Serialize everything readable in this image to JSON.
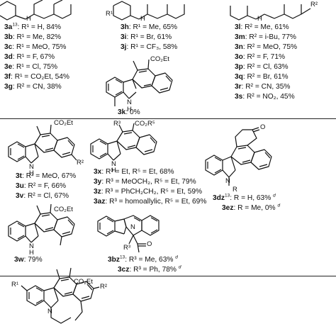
{
  "panel1": {
    "colA": [
      {
        "cpd": "3a",
        "ref": "13",
        "text": ": R¹ = H, 84%"
      },
      {
        "cpd": "3b",
        "text": ": R¹ = Me, 82%"
      },
      {
        "cpd": "3c",
        "text": ": R¹ = MeO, 75%"
      },
      {
        "cpd": "3d",
        "text": ": R¹ = F, 67%"
      },
      {
        "cpd": "3e",
        "text": ": R¹ = Cl, 75%"
      },
      {
        "cpd": "3f",
        "text": ": R¹ = CO₂Et, 54%"
      },
      {
        "cpd": "3g",
        "text": ": R² = CN, 38%"
      }
    ],
    "colB": [
      {
        "cpd": "3h",
        "text": ": R¹ = Me, 65%"
      },
      {
        "cpd": "3i",
        "text": ": R¹ = Br, 61%"
      },
      {
        "cpd": "3j",
        "text": ": R¹ = CF₃, 58%"
      }
    ],
    "colC": [
      {
        "cpd": "3l",
        "text": ": R² = Me, 61%"
      },
      {
        "cpd": "3m",
        "text": ": R² = i-Bu, 77%"
      },
      {
        "cpd": "3n",
        "text": ": R² = MeO, 75%"
      },
      {
        "cpd": "3o",
        "text": ": R² = F, 71%"
      },
      {
        "cpd": "3p",
        "text": ": R² = Cl, 63%"
      },
      {
        "cpd": "3q",
        "text": ": R² = Br, 61%"
      },
      {
        "cpd": "3r",
        "text": ": R² = CN, 35%"
      },
      {
        "cpd": "3s",
        "text": ": R² = NO₂, 45%"
      }
    ],
    "cpd3k": {
      "cpd": "3k",
      "text": ": 0%"
    },
    "struct_labels": {
      "r1_b": "R¹",
      "r2_c": "R²",
      "nh": "H",
      "n": "N",
      "co2et": "CO₂Et"
    }
  },
  "panel2": {
    "t_series": [
      {
        "cpd": "3t",
        "text": ": R² = MeO, 67%"
      },
      {
        "cpd": "3u",
        "text": ": R² = F, 66%"
      },
      {
        "cpd": "3v",
        "text": ": R² = Cl, 67%"
      }
    ],
    "x_series": [
      {
        "cpd": "3x",
        "text": ": R³ = Et, R⁵ = Et, 68%"
      },
      {
        "cpd": "3y",
        "text": ": R³ = MeOCH₂, R⁵ = Et, 79%"
      },
      {
        "cpd": "3z",
        "text": ": R³ = PhCH₂CH₂, R⁵ = Et, 59%"
      },
      {
        "cpd": "3az",
        "text": ": R³ = homoallylic, R⁵ = Et, 69%"
      }
    ],
    "dz_series": [
      {
        "cpd": "3dz",
        "ref": "13",
        "text": ": R = H, 63%",
        "note": "d"
      },
      {
        "cpd": "3ez",
        "text": ": R = Me, 0%",
        "note": "d"
      }
    ],
    "cpd3w": {
      "cpd": "3w",
      "text": ": 79%"
    },
    "bz_series": [
      {
        "cpd": "3bz",
        "ref": "13",
        "text": ": R³ = Me, 63%",
        "note": "d"
      },
      {
        "cpd": "3cz",
        "text": ": R³ = Ph, 78%",
        "note": "d"
      }
    ],
    "struct_labels": {
      "co2et": "CO₂Et",
      "r2": "R²",
      "nh": "H",
      "n": "N",
      "r3": "R³",
      "co2r5": "CO₂R⁵",
      "o": "O",
      "r": "R"
    }
  },
  "panel3": {
    "struct_labels": {
      "r1": "R¹",
      "r2": "R²",
      "co2et": "CO₂Et",
      "n": "N"
    }
  }
}
